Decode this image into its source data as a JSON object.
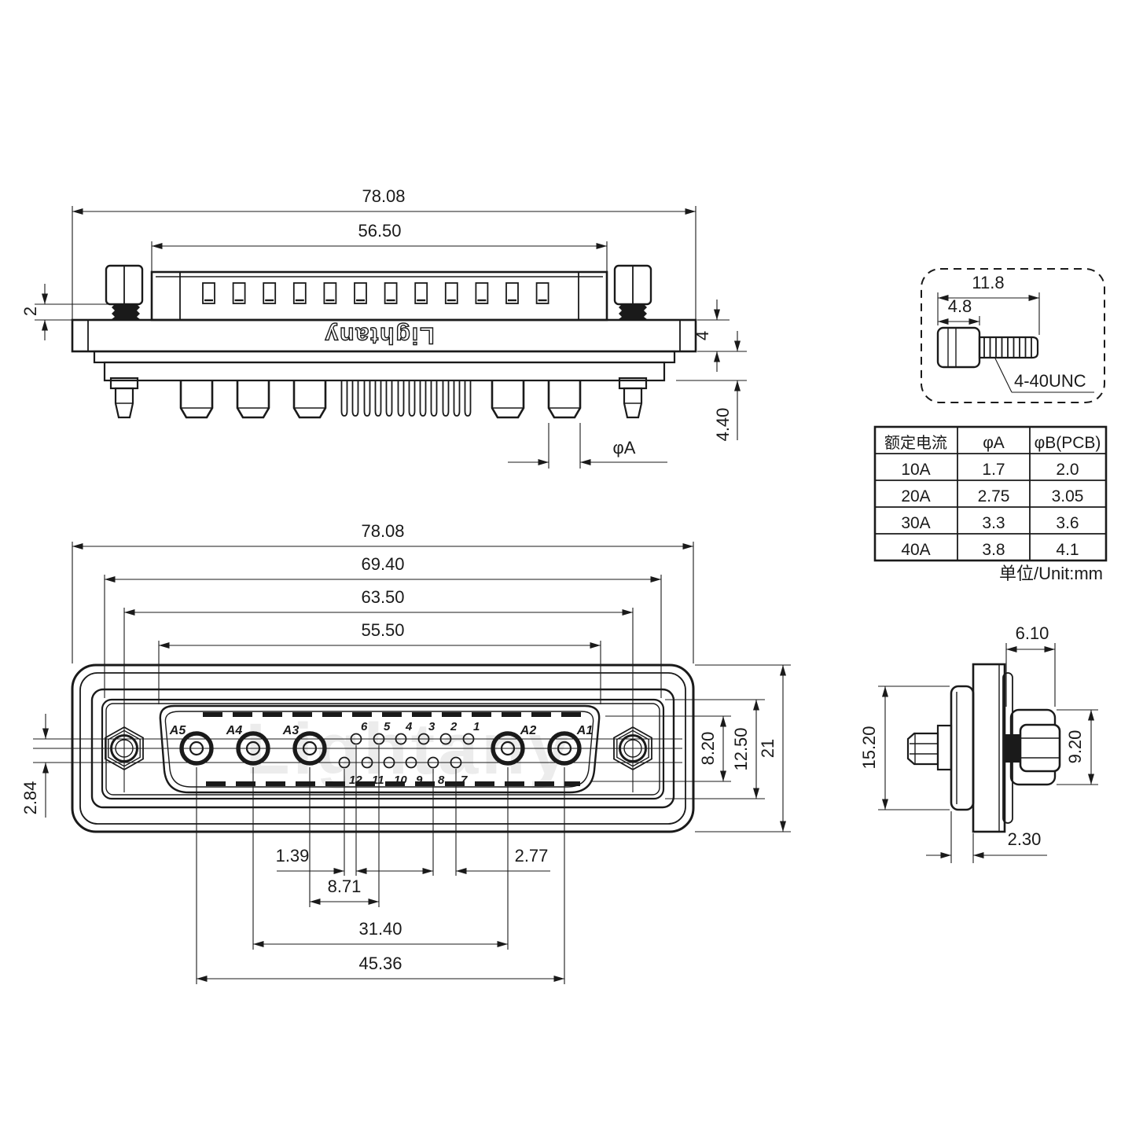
{
  "unit_note": "单位/Unit:mm",
  "colors": {
    "line": "#1a1a1a",
    "watermark": "#ececec",
    "background": "#ffffff"
  },
  "rear_view": {
    "brand": "Lightany",
    "dims": {
      "overall_width": "78.08",
      "shell_width": "56.50",
      "screw_clearance": "2",
      "flange_thickness": "4",
      "bracket_depth": "4.40",
      "pin_diameter": "φA"
    }
  },
  "front_view": {
    "watermark": "Lightany",
    "dims": {
      "overall_width": "78.08",
      "panel_width": "69.40",
      "jackscrew_spacing": "63.50",
      "cavity_width": "55.50",
      "row_offset": "2.84",
      "cavity_height": "8.20",
      "panel_height": "12.50",
      "flange_height": "21",
      "pin_stagger": "1.39",
      "pin_pitch": "2.77",
      "power_to_signal": "8.71",
      "inner_power_span": "31.40",
      "outer_power_span": "45.36"
    },
    "power_pins": [
      "A5",
      "A4",
      "A3",
      "A2",
      "A1"
    ],
    "signal_pins_top": [
      "6",
      "5",
      "4",
      "3",
      "2",
      "1"
    ],
    "signal_pins_bottom": [
      "12",
      "11",
      "10",
      "9",
      "8",
      "7"
    ]
  },
  "side_view": {
    "dims": {
      "flange_offset": "6.10",
      "body_height": "15.20",
      "screw_boss_height": "9.20",
      "body_depth": "2.30"
    }
  },
  "screw_detail": {
    "overall_length": "11.8",
    "head_length": "4.8",
    "thread_spec": "4-40UNC"
  },
  "spec_table": {
    "headers": [
      "额定电流",
      "φA",
      "φB(PCB)"
    ],
    "rows": [
      [
        "10A",
        "1.7",
        "2.0"
      ],
      [
        "20A",
        "2.75",
        "3.05"
      ],
      [
        "30A",
        "3.3",
        "3.6"
      ],
      [
        "40A",
        "3.8",
        "4.1"
      ]
    ]
  }
}
